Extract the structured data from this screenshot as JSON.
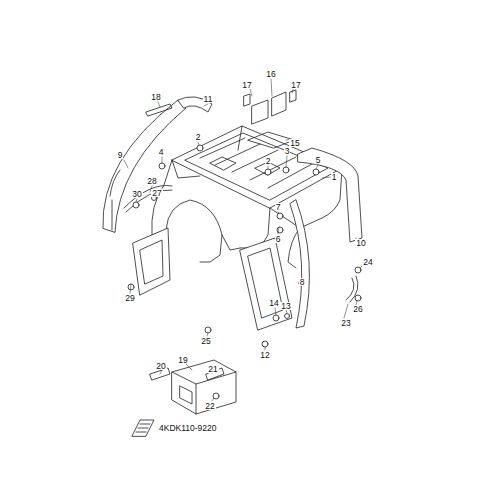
{
  "diagram": {
    "labels": [
      "18",
      "11",
      "17",
      "16",
      "17",
      "15",
      "2",
      "4",
      "9",
      "2",
      "3",
      "5",
      "1",
      "28",
      "27",
      "30",
      "7",
      "6",
      "10",
      "24",
      "8",
      "29",
      "26",
      "14",
      "13",
      "23",
      "25",
      "12",
      "19",
      "20",
      "21",
      "22",
      "4KDK110-9220"
    ]
  }
}
